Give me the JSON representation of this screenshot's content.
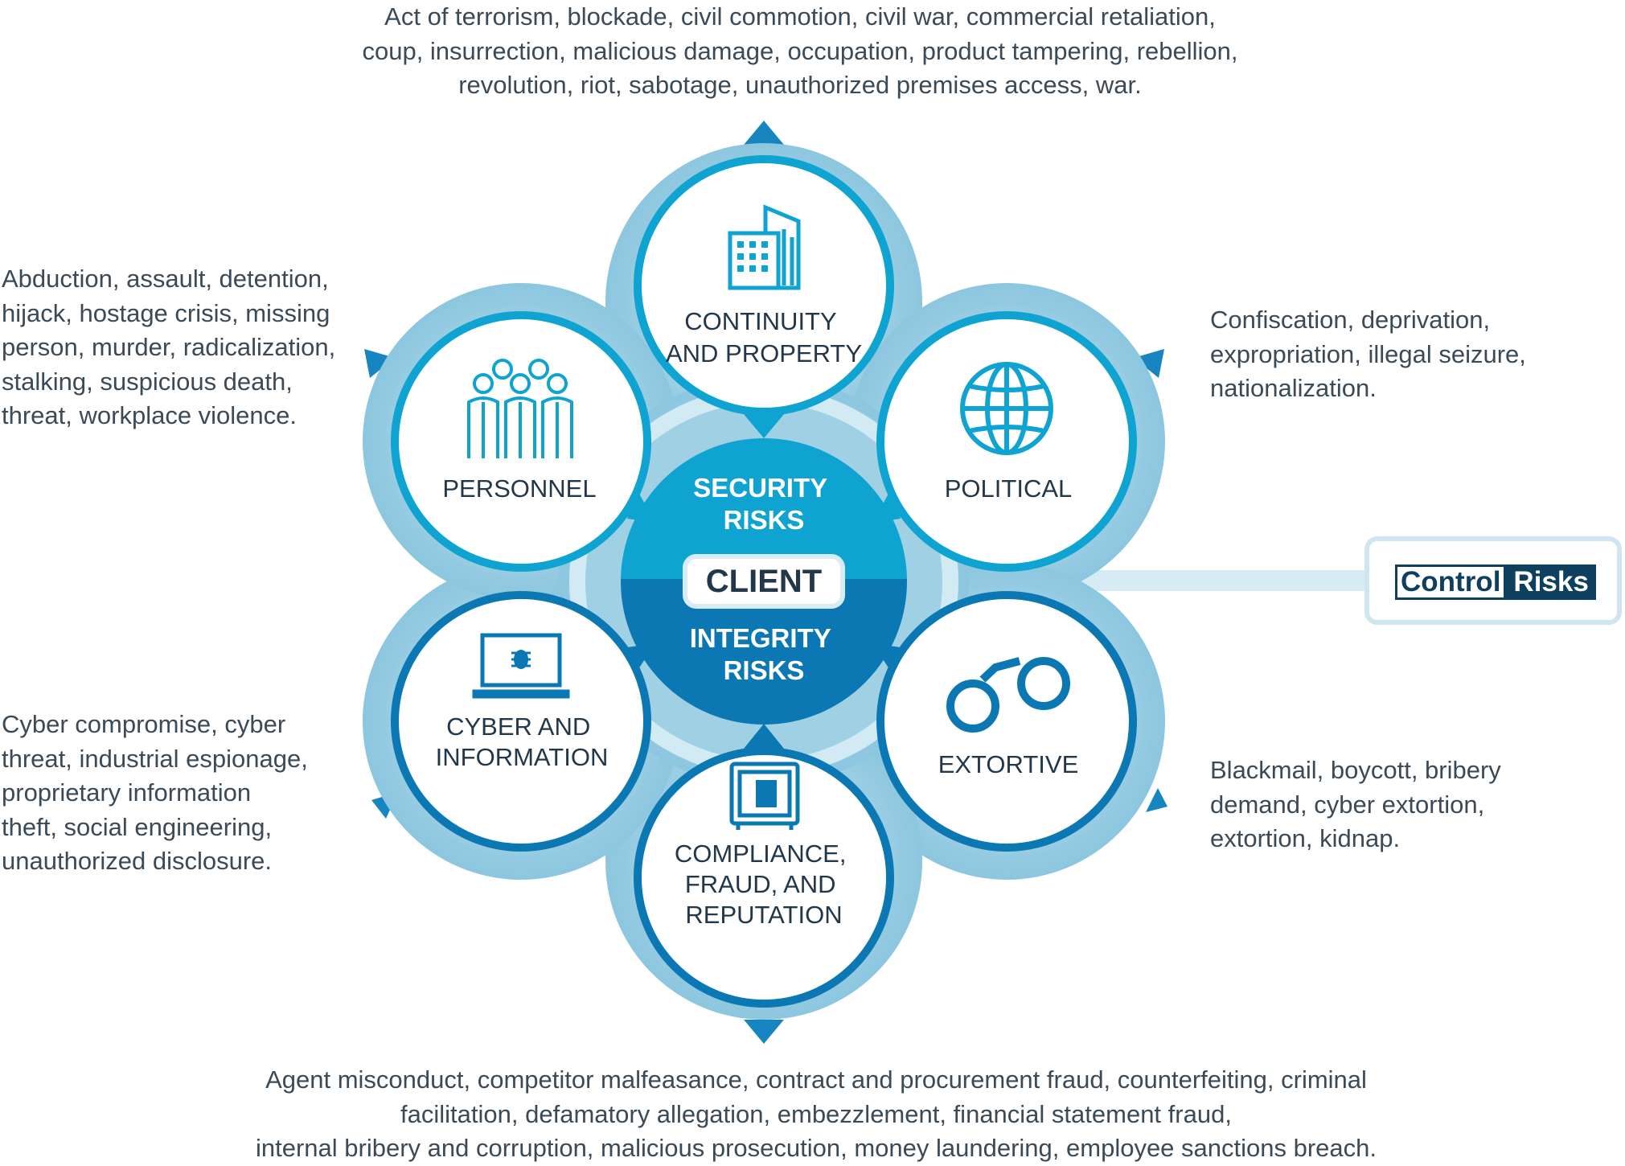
{
  "center": {
    "label": "CLIENT",
    "top_title": [
      "SECURITY",
      "RISKS"
    ],
    "bottom_title": [
      "INTEGRITY",
      "RISKS"
    ]
  },
  "categories": {
    "continuity": {
      "label": [
        "CONTINUITY",
        "AND PROPERTY"
      ],
      "icon": "building-icon"
    },
    "political": {
      "label": [
        "POLITICAL"
      ],
      "icon": "globe-icon"
    },
    "extortive": {
      "label": [
        "EXTORTIVE"
      ],
      "icon": "handcuffs-icon"
    },
    "compliance": {
      "label": [
        "COMPLIANCE,",
        "FRAUD, AND",
        "REPUTATION"
      ],
      "icon": "safe-icon"
    },
    "cyber": {
      "label": [
        "CYBER AND",
        "INFORMATION"
      ],
      "icon": "laptop-bug-icon"
    },
    "personnel": {
      "label": [
        "PERSONNEL"
      ],
      "icon": "people-icon"
    }
  },
  "descriptions": {
    "top": [
      "Act of terrorism, blockade, civil commotion, civil war, commercial retaliation,",
      "coup, insurrection, malicious damage, occupation, product tampering, rebellion,",
      "revolution, riot, sabotage, unauthorized premises access, war."
    ],
    "personnel": [
      "Abduction, assault, detention,",
      "hijack, hostage crisis, missing",
      "person, murder, radicalization,",
      "stalking, suspicious death,",
      "threat, workplace violence."
    ],
    "political": [
      "Confiscation, deprivation,",
      "expropriation, illegal seizure,",
      "nationalization."
    ],
    "cyber": [
      "Cyber compromise, cyber",
      "threat, industrial espionage,",
      "proprietary information",
      "theft, social engineering,",
      "unauthorized disclosure."
    ],
    "extortive": [
      "Blackmail, boycott, bribery",
      "demand, cyber extortion,",
      "extortion, kidnap."
    ],
    "bottom": [
      "Agent misconduct, competitor malfeasance, contract and procurement fraud, counterfeiting, criminal",
      "facilitation, defamatory allegation, embezzlement, financial statement fraud,",
      "internal bribery and corruption, malicious prosecution, money laundering, employee sanctions breach."
    ]
  },
  "logo": {
    "part1": "Control",
    "part2": "Risks"
  },
  "colors": {
    "outer_ring": "#9fd0e4",
    "outer_ring_dark": "#7fbfd9",
    "security_blue": "#0ea3d1",
    "integrity_blue": "#0b78b3",
    "navy": "#0f3f5e",
    "text": "#3b4a57",
    "label": "#22384a"
  }
}
